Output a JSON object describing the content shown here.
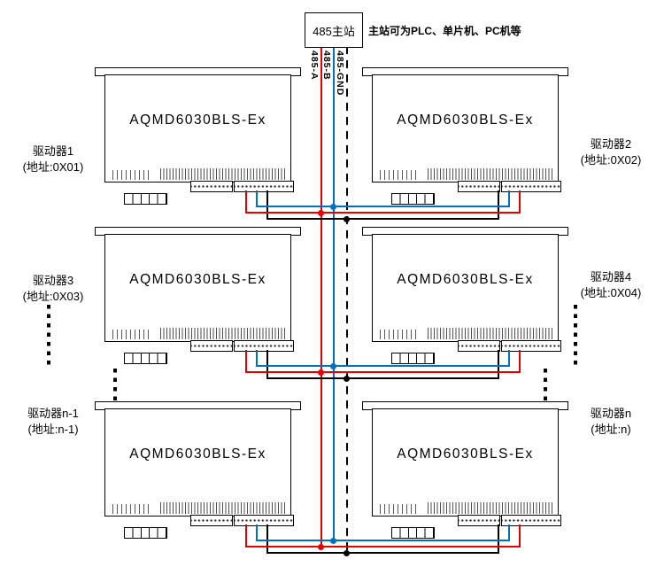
{
  "master": {
    "label": "485主站",
    "note": "主站可为PLC、单片机、PC机等"
  },
  "bus": {
    "labels": {
      "a": "485-A",
      "b": "485-B",
      "gnd": "485-GND"
    }
  },
  "colors": {
    "wire-a": "#e60000",
    "wire-b": "#0070c0",
    "wire-gnd": "#000000"
  },
  "drivers": [
    {
      "model": "AQMD6030BLS-Ex",
      "name": "驱动器1",
      "address": "(地址:0X01)"
    },
    {
      "model": "AQMD6030BLS-Ex",
      "name": "驱动器2",
      "address": "(地址:0X02)"
    },
    {
      "model": "AQMD6030BLS-Ex",
      "name": "驱动器3",
      "address": "(地址:0X03)"
    },
    {
      "model": "AQMD6030BLS-Ex",
      "name": "驱动器4",
      "address": "(地址:0X04)"
    },
    {
      "model": "AQMD6030BLS-Ex",
      "name": "驱动器n-1",
      "address": "(地址:n-1)"
    },
    {
      "model": "AQMD6030BLS-Ex",
      "name": "驱动器n",
      "address": "(地址:n)"
    }
  ]
}
